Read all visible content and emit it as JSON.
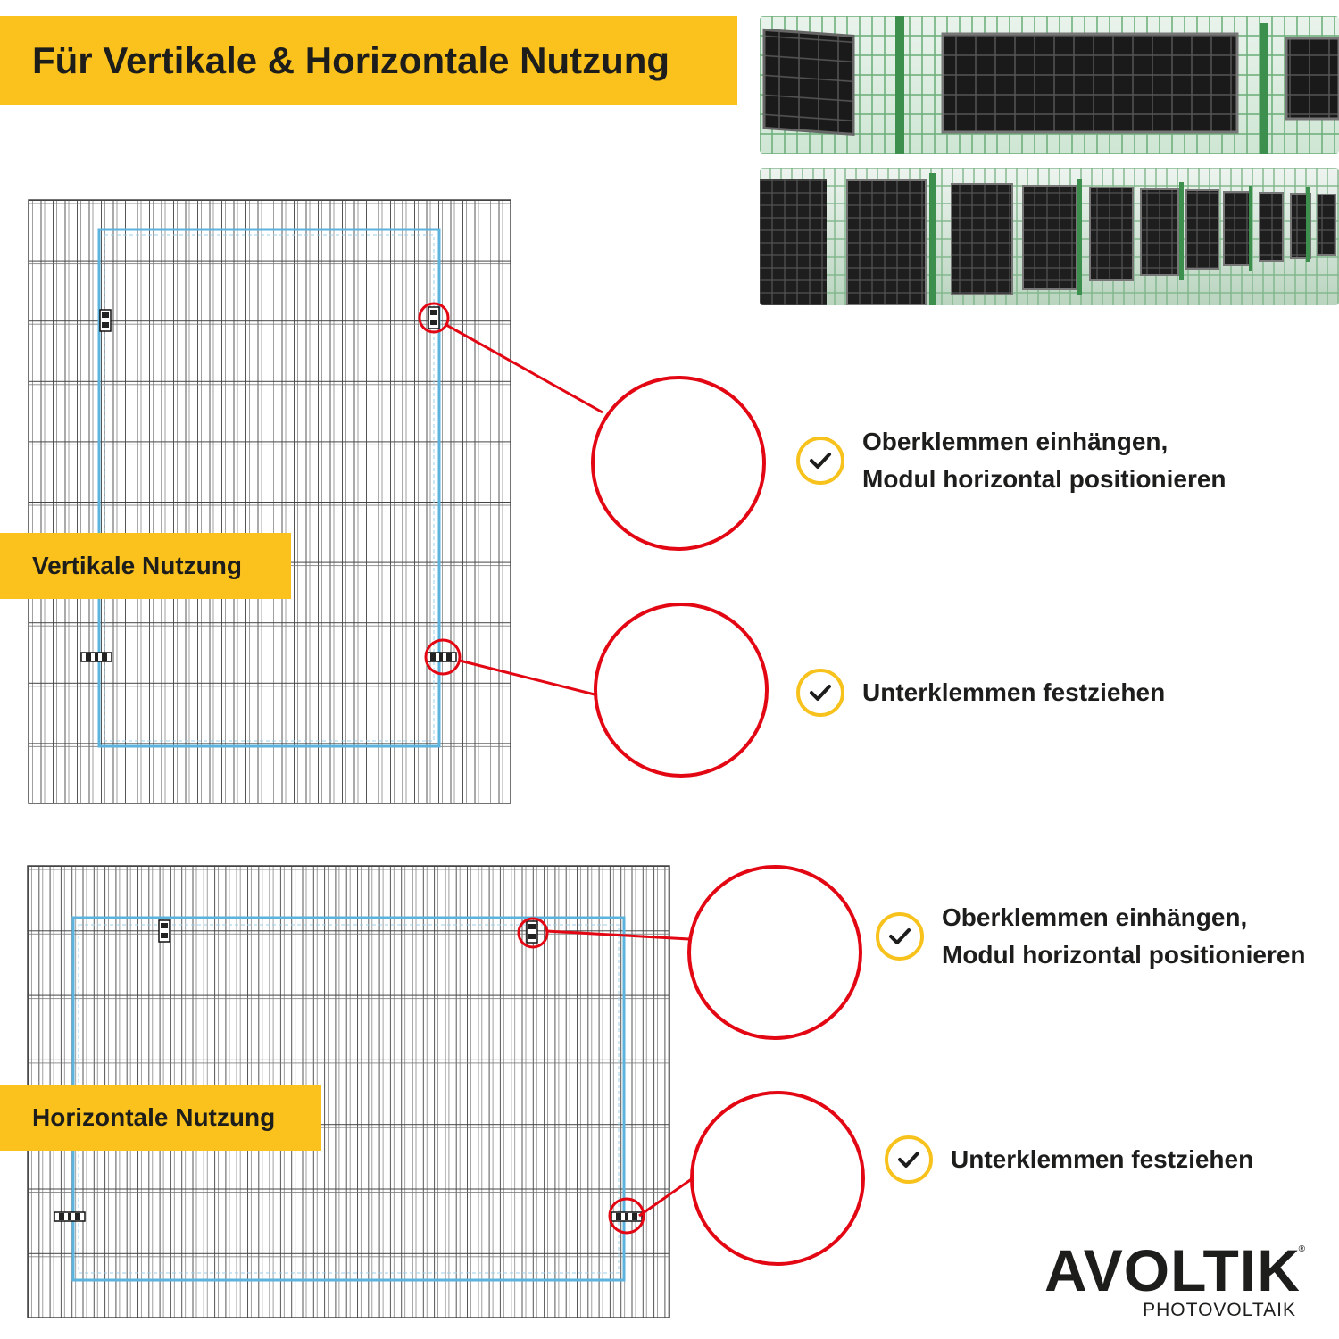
{
  "title": "Für Vertikale & Horizontale Nutzung",
  "labels": {
    "vertical": "Vertikale Nutzung",
    "horizontal": "Horizontale Nutzung"
  },
  "steps": [
    {
      "line1": "Oberklemmen einhängen,",
      "line2": "Modul horizontal positionieren"
    },
    {
      "line1": "Unterklemmen festziehen",
      "line2": ""
    },
    {
      "line1": "Oberklemmen einhängen,",
      "line2": "Modul horizontal positionieren"
    },
    {
      "line1": "Unterklemmen festziehen",
      "line2": ""
    }
  ],
  "brand": {
    "name": "AVOLTIK",
    "tagline": "PHOTOVOLTAIK",
    "registered": "®"
  },
  "colors": {
    "accent": "#fbc21d",
    "callout": "#e30613",
    "panel_outline": "#5bb3de",
    "fence_green": "#3c8f4c"
  }
}
